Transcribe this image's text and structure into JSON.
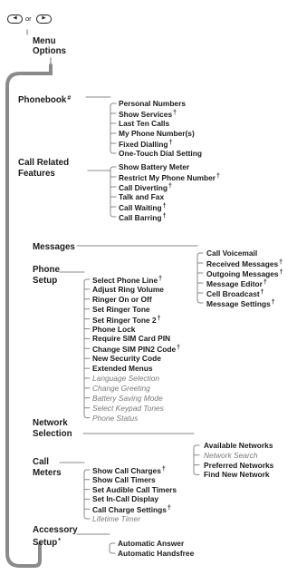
{
  "top": {
    "nav_left_icon": "left-arrow-key-icon",
    "nav_right_icon": "right-arrow-key-icon",
    "left_glyph": "◀",
    "right_glyph": "▶",
    "or_text": "or",
    "menu_line1": "Menu",
    "menu_line2": "Options"
  },
  "categories": {
    "phonebook": {
      "lines": [
        "Phonebook"
      ],
      "mark": "#",
      "items": [
        {
          "text": "Personal Numbers"
        },
        {
          "text": "Show Services",
          "mark": "†"
        },
        {
          "text": "Last Ten Calls"
        },
        {
          "text": "My Phone Number(s)"
        },
        {
          "text": "Fixed Dialling",
          "mark": "†"
        },
        {
          "text": "One-Touch Dial Setting"
        }
      ]
    },
    "call_related": {
      "lines": [
        "Call Related",
        "Features"
      ],
      "items": [
        {
          "text": "Show Battery Meter"
        },
        {
          "text": "Restrict My Phone Number",
          "mark": "†"
        },
        {
          "text": "Call Diverting",
          "mark": "†"
        },
        {
          "text": "Talk and Fax"
        },
        {
          "text": "Call Waiting",
          "mark": "†"
        },
        {
          "text": "Call Barring",
          "mark": "†"
        }
      ]
    },
    "messages": {
      "lines": [
        "Messages"
      ],
      "items": [
        {
          "text": "Call Voicemail"
        },
        {
          "text": "Received Messages",
          "mark": "†"
        },
        {
          "text": "Outgoing Messages",
          "mark": "†"
        },
        {
          "text": "Message Editor",
          "mark": "†"
        },
        {
          "text": "Cell Broadcast",
          "mark": "†"
        },
        {
          "text": "Message Settings",
          "mark": "†"
        }
      ]
    },
    "phone_setup": {
      "lines": [
        "Phone",
        "Setup"
      ],
      "items": [
        {
          "text": "Select Phone Line",
          "mark": "†"
        },
        {
          "text": "Adjust Ring Volume"
        },
        {
          "text": "Ringer On or Off"
        },
        {
          "text": "Set Ringer Tone"
        },
        {
          "text": "Set Ringer Tone 2",
          "mark": "†"
        },
        {
          "text": "Phone Lock"
        },
        {
          "text": "Require SIM Card PIN"
        },
        {
          "text": "Change SIM PIN2 Code",
          "mark": "†"
        },
        {
          "text": "New Security Code"
        },
        {
          "text": "Extended Menus"
        },
        {
          "text": "Language Selection",
          "extended": true
        },
        {
          "text": "Change Greeting",
          "extended": true
        },
        {
          "text": "Battery Saving Mode",
          "extended": true
        },
        {
          "text": "Select Keypad Tones",
          "extended": true
        },
        {
          "text": "Phone Status",
          "extended": true
        }
      ]
    },
    "network": {
      "lines": [
        "Network",
        "Selection"
      ],
      "items": [
        {
          "text": "Available Networks"
        },
        {
          "text": "Network Search",
          "extended": true
        },
        {
          "text": "Preferred Networks"
        },
        {
          "text": "Find New Network"
        }
      ]
    },
    "call_meters": {
      "lines": [
        "Call",
        "Meters"
      ],
      "items": [
        {
          "text": "Show Call Charges",
          "mark": "†"
        },
        {
          "text": "Show Call Timers"
        },
        {
          "text": "Set Audible Call Timers"
        },
        {
          "text": "Set In-Call Display"
        },
        {
          "text": "Call Charge Settings",
          "mark": "†"
        },
        {
          "text": "Lifetime Timer",
          "extended": true
        }
      ]
    },
    "accessory": {
      "lines": [
        "Accessory",
        "Setup"
      ],
      "mark": "*",
      "items": [
        {
          "text": "Automatic Answer"
        },
        {
          "text": "Automatic Handsfree"
        }
      ]
    }
  }
}
